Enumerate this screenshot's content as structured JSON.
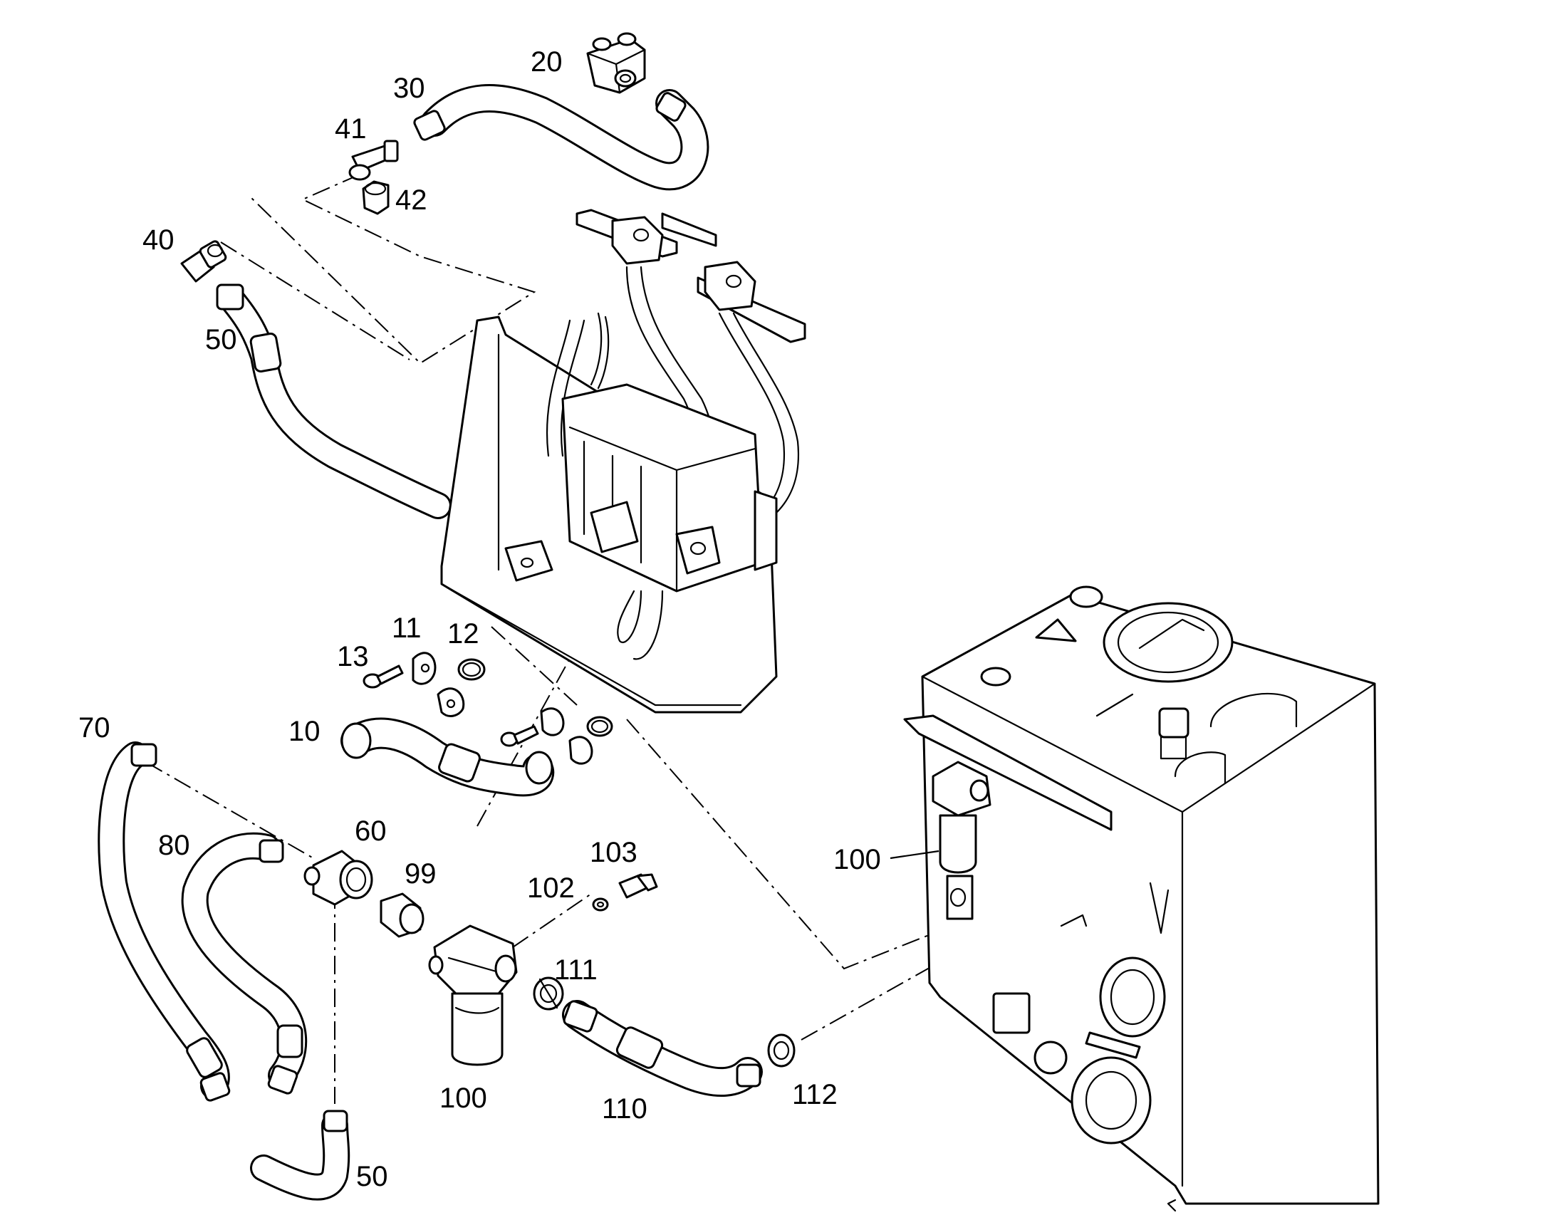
{
  "callouts": {
    "c10": "10",
    "c11": "11",
    "c12": "12",
    "c13": "13",
    "c20": "20",
    "c30": "30",
    "c40": "40",
    "c41": "41",
    "c42": "42",
    "c50_top": "50",
    "c50_bottom": "50",
    "c60": "60",
    "c70": "70",
    "c80": "80",
    "c99": "99",
    "c100_filter": "100",
    "c100_tank": "100",
    "c102": "102",
    "c103": "103",
    "c110": "110",
    "c111": "111",
    "c112": "112"
  }
}
